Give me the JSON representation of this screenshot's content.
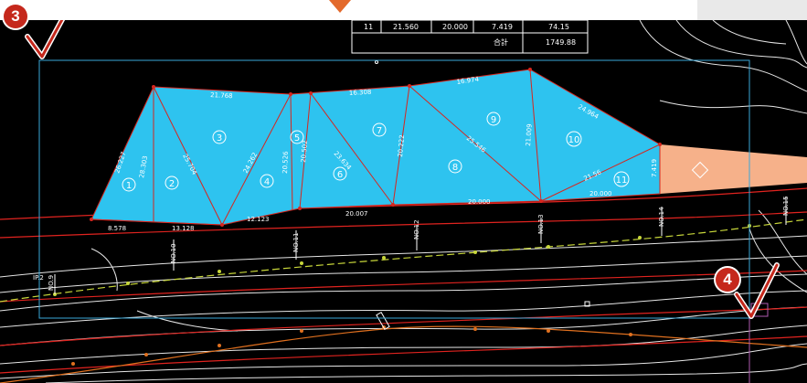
{
  "table": {
    "row": {
      "no": "11",
      "base": "21.560",
      "height": "20.000",
      "half": "7.419",
      "area": "74.15"
    },
    "total": {
      "label": "合計",
      "value": "1749.88"
    }
  },
  "markers": {
    "m3": "3",
    "m4": "4"
  },
  "parcels": {
    "p1": "1",
    "p2": "2",
    "p3": "3",
    "p4": "4",
    "p5": "5",
    "p6": "6",
    "p7": "7",
    "p8": "8",
    "p9": "9",
    "p10": "10",
    "p11": "11"
  },
  "dims": {
    "d1": "21.768",
    "d2": "16.308",
    "d3": "16.974",
    "d4": "24.964",
    "d5": "28.303",
    "d6": "25.704",
    "d7": "24.262",
    "d8": "20.526",
    "d9": "20.502",
    "d10": "20.222",
    "d11": "21.009",
    "d12": "23.634",
    "d13": "25.546",
    "d14": "8.578",
    "d15": "13.128",
    "d16": "12.123",
    "d17": "20.007",
    "d18": "20.000",
    "d19": "20.000",
    "d20": "21.56",
    "d21": "7.419",
    "d22": "26.227"
  },
  "stations": {
    "s9": "NO.9",
    "s10": "NO.10",
    "s11": "NO.11",
    "s12": "NO.12",
    "s13": "NO.13",
    "s14": "NO.14",
    "s15": "NO.15"
  },
  "ip": "IP.2",
  "colors": {
    "parcel_fill": "#2ec3ef",
    "parcel_edge": "#d7261e",
    "adjacent_fill": "#f6b18a",
    "selection": "#3aa7d8",
    "marker": "#c5281c",
    "pointer": "#e36a2c"
  }
}
